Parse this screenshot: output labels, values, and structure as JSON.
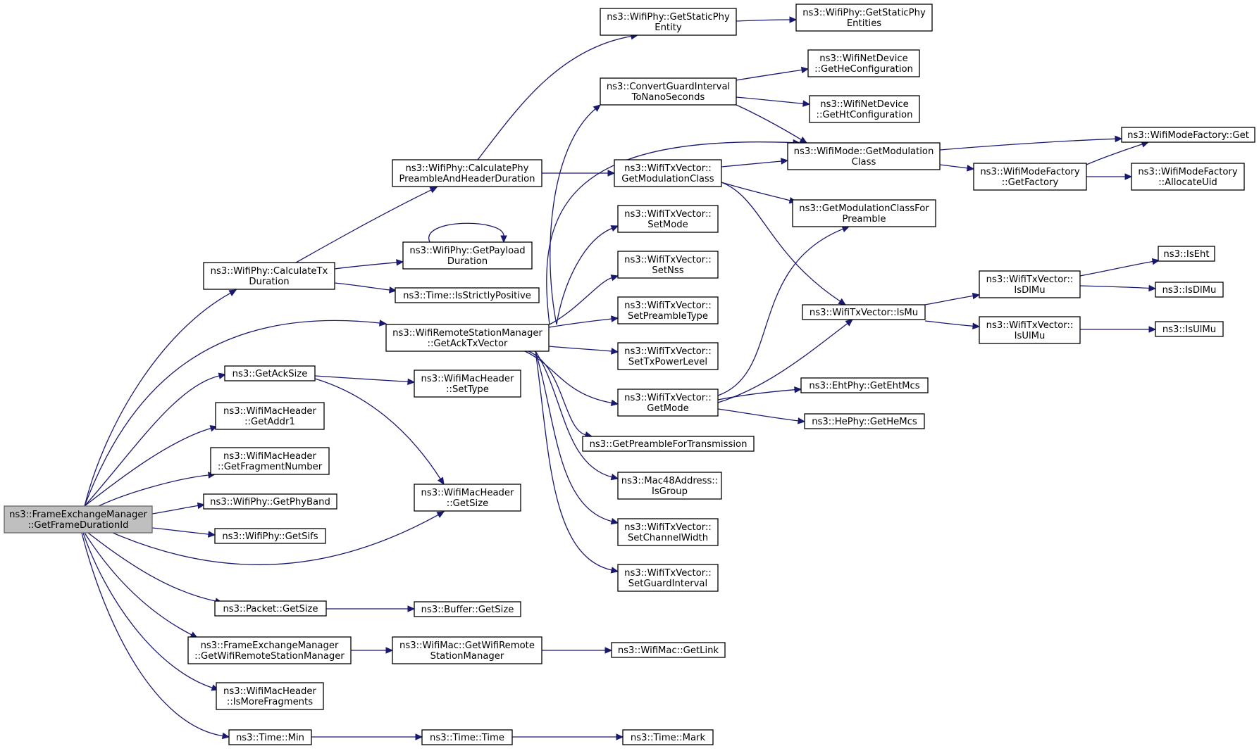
{
  "graph": {
    "edge_color": "#191970",
    "root_fill": "#bfbfbf",
    "nodes": [
      {
        "id": "root",
        "lines": [
          "ns3::FrameExchangeManager",
          "::GetFrameDurationId"
        ],
        "root": true
      },
      {
        "id": "calcTx",
        "lines": [
          "ns3::WifiPhy::CalculateTx",
          "Duration"
        ]
      },
      {
        "id": "getAckTx",
        "lines": [
          "ns3::WifiRemoteStationManager",
          "::GetAckTxVector"
        ]
      },
      {
        "id": "getAckSize",
        "lines": [
          "ns3::GetAckSize"
        ]
      },
      {
        "id": "getAddr1",
        "lines": [
          "ns3::WifiMacHeader",
          "::GetAddr1"
        ]
      },
      {
        "id": "getFragNum",
        "lines": [
          "ns3::WifiMacHeader",
          "::GetFragmentNumber"
        ]
      },
      {
        "id": "getPhyBand",
        "lines": [
          "ns3::WifiPhy::GetPhyBand"
        ]
      },
      {
        "id": "getSifs",
        "lines": [
          "ns3::WifiPhy::GetSifs"
        ]
      },
      {
        "id": "macHdrGetSize",
        "lines": [
          "ns3::WifiMacHeader",
          "::GetSize"
        ]
      },
      {
        "id": "packetGetSize",
        "lines": [
          "ns3::Packet::GetSize"
        ]
      },
      {
        "id": "fem",
        "lines": [
          "ns3::FrameExchangeManager",
          "::GetWifiRemoteStationManager"
        ]
      },
      {
        "id": "isMoreFrag",
        "lines": [
          "ns3::WifiMacHeader",
          "::IsMoreFragments"
        ]
      },
      {
        "id": "timeMin",
        "lines": [
          "ns3::Time::Min"
        ]
      },
      {
        "id": "calcPhyPre",
        "lines": [
          "ns3::WifiPhy::CalculatePhy",
          "PreambleAndHeaderDuration"
        ]
      },
      {
        "id": "getPayload",
        "lines": [
          "ns3::WifiPhy::GetPayload",
          "Duration"
        ]
      },
      {
        "id": "strictPos",
        "lines": [
          "ns3::Time::IsStrictlyPositive"
        ]
      },
      {
        "id": "setType",
        "lines": [
          "ns3::WifiMacHeader",
          "::SetType"
        ]
      },
      {
        "id": "bufGetSize",
        "lines": [
          "ns3::Buffer::GetSize"
        ]
      },
      {
        "id": "getWifiRsm",
        "lines": [
          "ns3::WifiMac::GetWifiRemote",
          "StationManager"
        ]
      },
      {
        "id": "timeTime",
        "lines": [
          "ns3::Time::Time"
        ]
      },
      {
        "id": "getStaticPhy",
        "lines": [
          "ns3::WifiPhy::GetStaticPhy",
          "Entity"
        ]
      },
      {
        "id": "convertGI",
        "lines": [
          "ns3::ConvertGuardInterval",
          "ToNanoSeconds"
        ]
      },
      {
        "id": "txGetModClass",
        "lines": [
          "ns3::WifiTxVector::",
          "GetModulationClass"
        ]
      },
      {
        "id": "setMode",
        "lines": [
          "ns3::WifiTxVector::",
          "SetMode"
        ]
      },
      {
        "id": "setNss",
        "lines": [
          "ns3::WifiTxVector::",
          "SetNss"
        ]
      },
      {
        "id": "setPreamble",
        "lines": [
          "ns3::WifiTxVector::",
          "SetPreambleType"
        ]
      },
      {
        "id": "setTxPower",
        "lines": [
          "ns3::WifiTxVector::",
          "SetTxPowerLevel"
        ]
      },
      {
        "id": "txGetMode",
        "lines": [
          "ns3::WifiTxVector::",
          "GetMode"
        ]
      },
      {
        "id": "getPreambleTx",
        "lines": [
          "ns3::GetPreambleForTransmission"
        ]
      },
      {
        "id": "isGroup",
        "lines": [
          "ns3::Mac48Address::",
          "IsGroup"
        ]
      },
      {
        "id": "setChanWidth",
        "lines": [
          "ns3::WifiTxVector::",
          "SetChannelWidth"
        ]
      },
      {
        "id": "setGI",
        "lines": [
          "ns3::WifiTxVector::",
          "SetGuardInterval"
        ]
      },
      {
        "id": "getLink",
        "lines": [
          "ns3::WifiMac::GetLink"
        ]
      },
      {
        "id": "timeMark",
        "lines": [
          "ns3::Time::Mark"
        ]
      },
      {
        "id": "getStaticEnts",
        "lines": [
          "ns3::WifiPhy::GetStaticPhy",
          "Entities"
        ]
      },
      {
        "id": "getHeConf",
        "lines": [
          "ns3::WifiNetDevice",
          "::GetHeConfiguration"
        ]
      },
      {
        "id": "getHtConf",
        "lines": [
          "ns3::WifiNetDevice",
          "::GetHtConfiguration"
        ]
      },
      {
        "id": "modeGetModClass",
        "lines": [
          "ns3::WifiMode::GetModulation",
          "Class"
        ]
      },
      {
        "id": "getModClassPre",
        "lines": [
          "ns3::GetModulationClassFor",
          "Preamble"
        ]
      },
      {
        "id": "isMu",
        "lines": [
          "ns3::WifiTxVector::IsMu"
        ]
      },
      {
        "id": "getEhtMcs",
        "lines": [
          "ns3::EhtPhy::GetEhtMcs"
        ]
      },
      {
        "id": "getHeMcs",
        "lines": [
          "ns3::HePhy::GetHeMcs"
        ]
      },
      {
        "id": "factGet",
        "lines": [
          "ns3::WifiModeFactory::Get"
        ]
      },
      {
        "id": "getFactory",
        "lines": [
          "ns3::WifiModeFactory",
          "::GetFactory"
        ]
      },
      {
        "id": "allocUid",
        "lines": [
          "ns3::WifiModeFactory",
          "::AllocateUid"
        ]
      },
      {
        "id": "isDlMuTx",
        "lines": [
          "ns3::WifiTxVector::",
          "IsDlMu"
        ]
      },
      {
        "id": "isUlMuTx",
        "lines": [
          "ns3::WifiTxVector::",
          "IsUlMu"
        ]
      },
      {
        "id": "isEht",
        "lines": [
          "ns3::IsEht"
        ]
      },
      {
        "id": "isDlMu",
        "lines": [
          "ns3::IsDlMu"
        ]
      },
      {
        "id": "isUlMu",
        "lines": [
          "ns3::IsUlMu"
        ]
      }
    ],
    "edges": [
      [
        "root",
        "calcTx"
      ],
      [
        "root",
        "getAckTx"
      ],
      [
        "root",
        "getAckSize"
      ],
      [
        "root",
        "getAddr1"
      ],
      [
        "root",
        "getFragNum"
      ],
      [
        "root",
        "getPhyBand"
      ],
      [
        "root",
        "getSifs"
      ],
      [
        "root",
        "macHdrGetSize"
      ],
      [
        "root",
        "packetGetSize"
      ],
      [
        "root",
        "fem"
      ],
      [
        "root",
        "isMoreFrag"
      ],
      [
        "root",
        "timeMin"
      ],
      [
        "calcTx",
        "calcPhyPre"
      ],
      [
        "calcTx",
        "getPayload"
      ],
      [
        "calcTx",
        "strictPos"
      ],
      [
        "getPayload",
        "getPayload"
      ],
      [
        "getAckSize",
        "setType"
      ],
      [
        "getAckSize",
        "macHdrGetSize"
      ],
      [
        "packetGetSize",
        "bufGetSize"
      ],
      [
        "fem",
        "getWifiRsm"
      ],
      [
        "getWifiRsm",
        "getLink"
      ],
      [
        "timeMin",
        "timeTime"
      ],
      [
        "timeTime",
        "timeMark"
      ],
      [
        "calcPhyPre",
        "getStaticPhy"
      ],
      [
        "calcPhyPre",
        "txGetModClass"
      ],
      [
        "getStaticPhy",
        "getStaticEnts"
      ],
      [
        "getAckTx",
        "convertGI"
      ],
      [
        "getAckTx",
        "modeGetModClass"
      ],
      [
        "getAckTx",
        "setMode"
      ],
      [
        "getAckTx",
        "setNss"
      ],
      [
        "getAckTx",
        "setPreamble"
      ],
      [
        "getAckTx",
        "setTxPower"
      ],
      [
        "getAckTx",
        "txGetMode"
      ],
      [
        "getAckTx",
        "getPreambleTx"
      ],
      [
        "getAckTx",
        "isGroup"
      ],
      [
        "getAckTx",
        "setChanWidth"
      ],
      [
        "getAckTx",
        "setGI"
      ],
      [
        "convertGI",
        "getHeConf"
      ],
      [
        "convertGI",
        "getHtConf"
      ],
      [
        "convertGI",
        "modeGetModClass"
      ],
      [
        "txGetModClass",
        "modeGetModClass"
      ],
      [
        "txGetModClass",
        "getModClassPre"
      ],
      [
        "txGetModClass",
        "isMu"
      ],
      [
        "txGetMode",
        "getModClassPre"
      ],
      [
        "txGetMode",
        "isMu"
      ],
      [
        "txGetMode",
        "getEhtMcs"
      ],
      [
        "txGetMode",
        "getHeMcs"
      ],
      [
        "modeGetModClass",
        "factGet"
      ],
      [
        "modeGetModClass",
        "getFactory"
      ],
      [
        "getFactory",
        "factGet"
      ],
      [
        "getFactory",
        "allocUid"
      ],
      [
        "isMu",
        "isDlMuTx"
      ],
      [
        "isMu",
        "isUlMuTx"
      ],
      [
        "isDlMuTx",
        "isEht"
      ],
      [
        "isDlMuTx",
        "isDlMu"
      ],
      [
        "isUlMuTx",
        "isUlMu"
      ]
    ]
  }
}
